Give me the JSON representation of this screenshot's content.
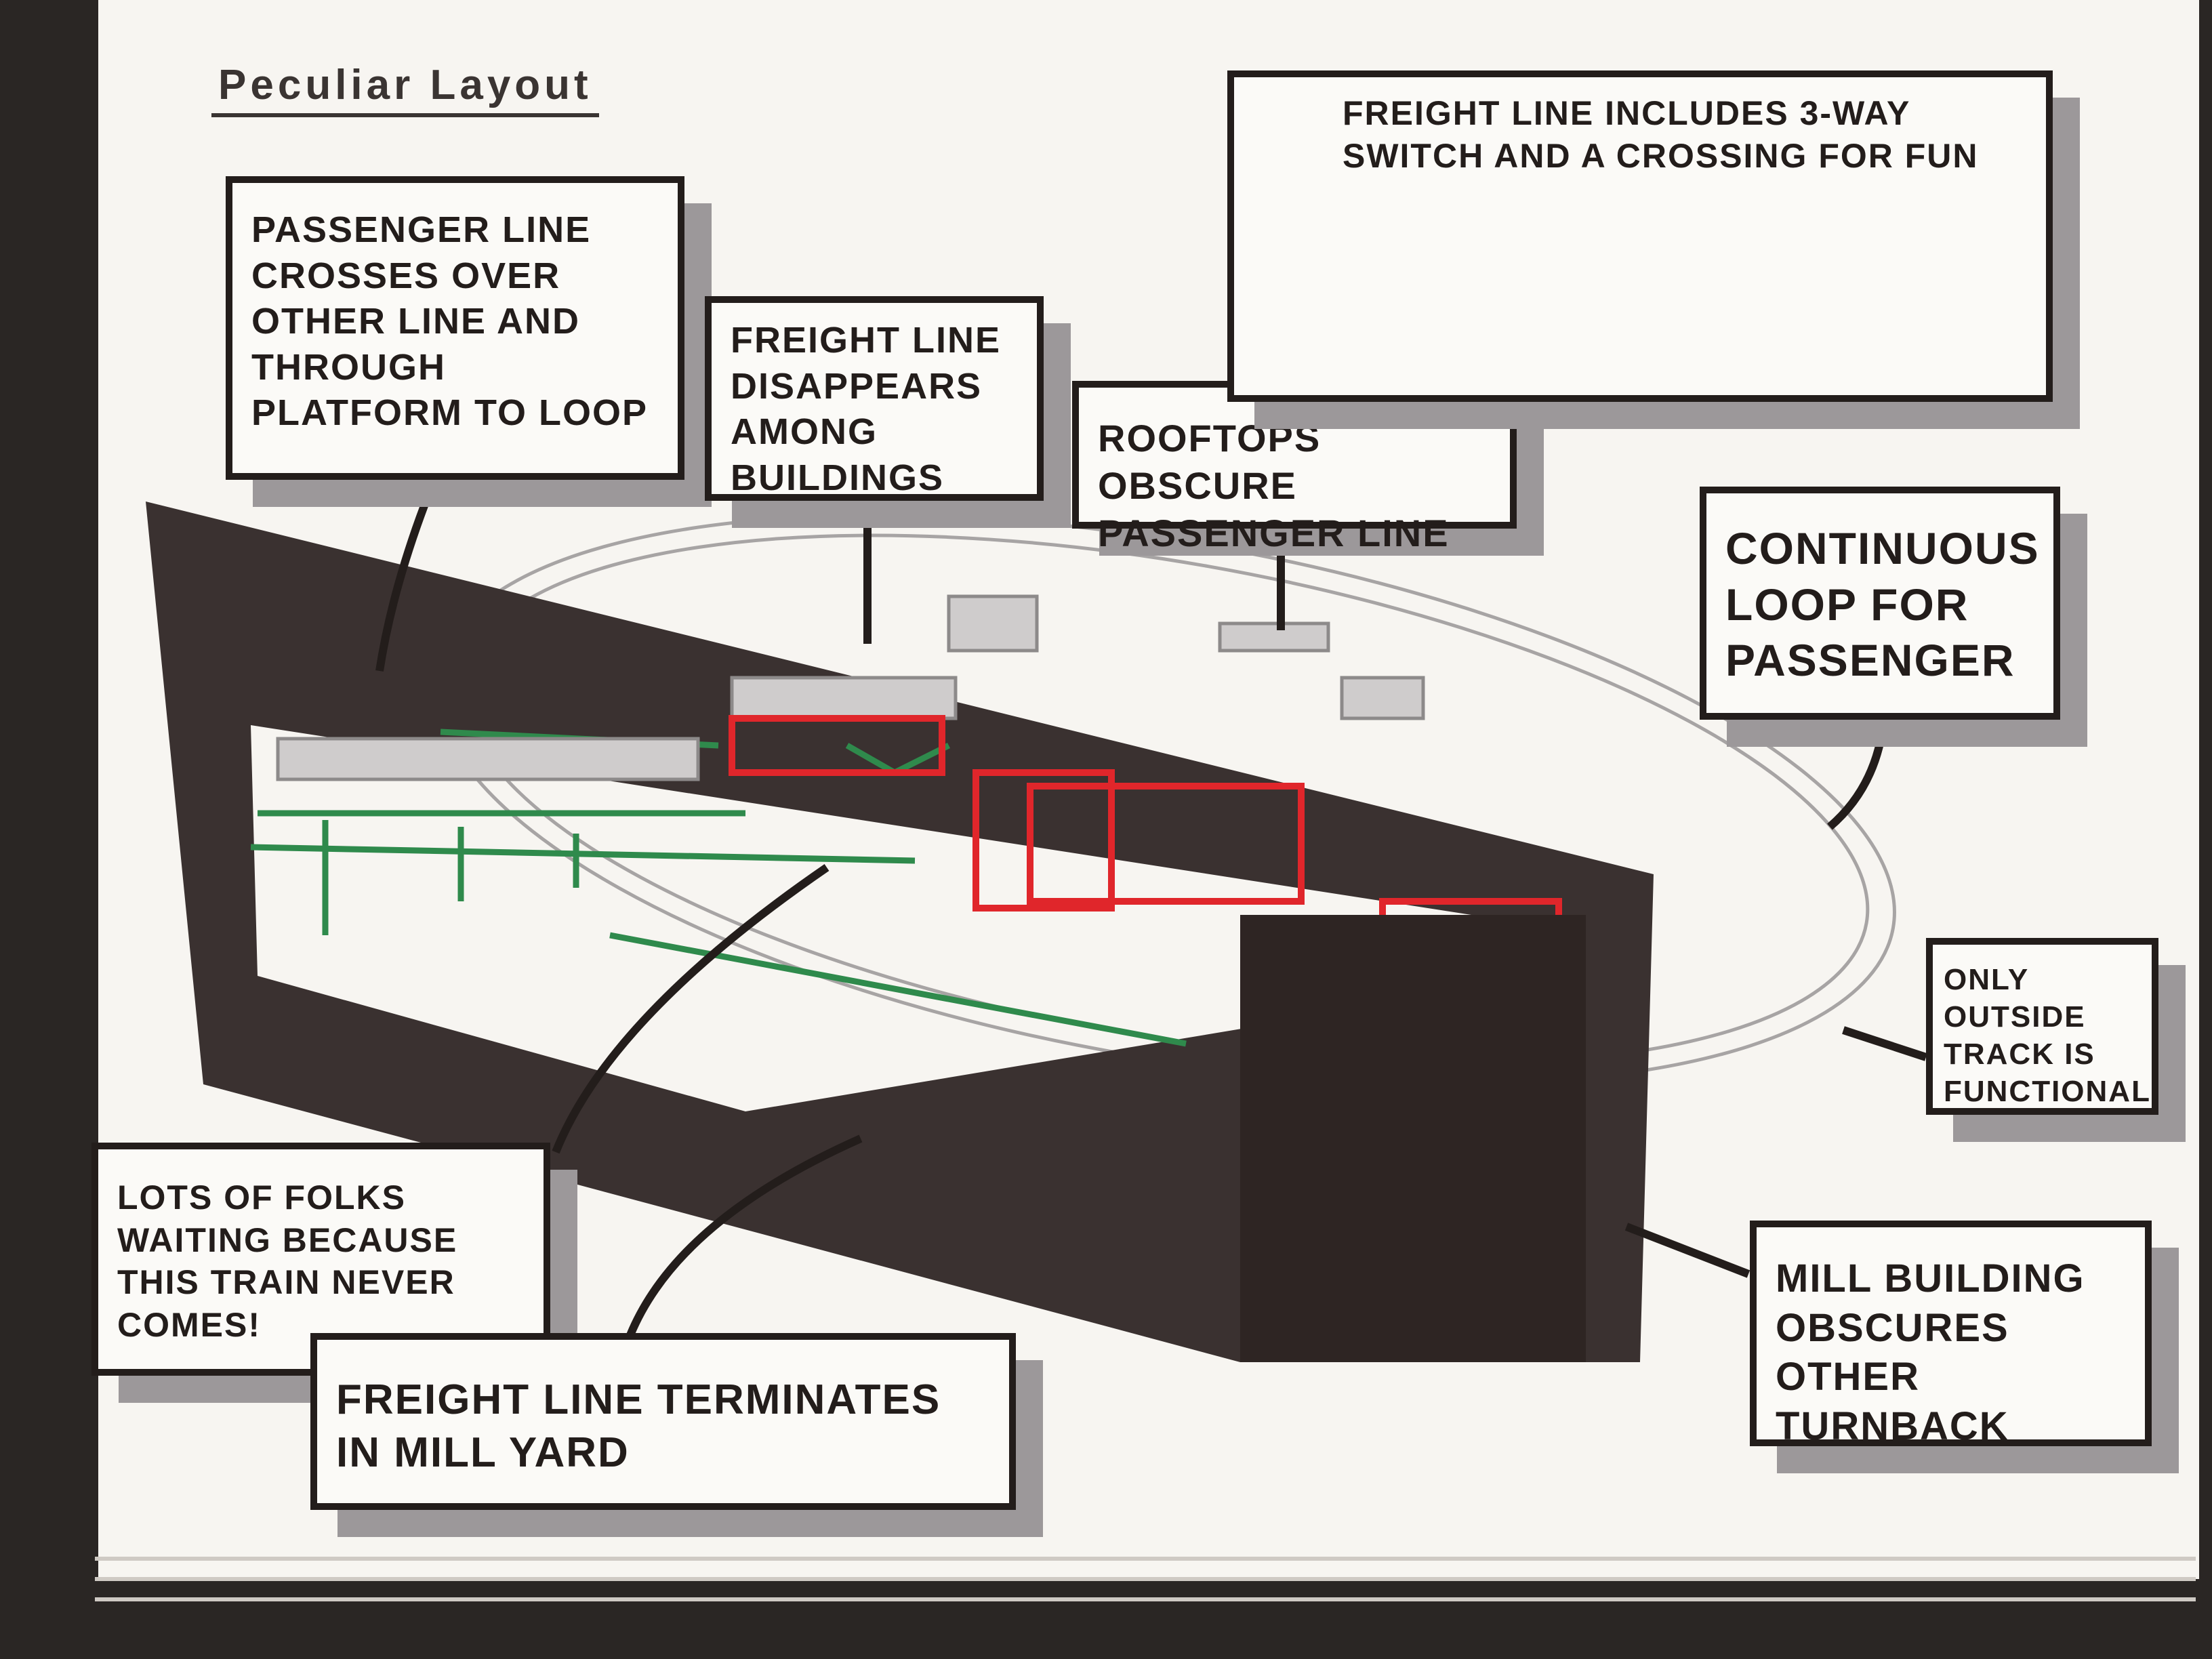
{
  "title": "Peculiar Layout",
  "annotations": {
    "passenger_crosses": "Passenger line crosses over other line and through platform to loop",
    "freight_disappears": "Freight line disappears among buildings",
    "rooftops": "Rooftops obscure passenger line",
    "freight_switch": "Freight line includes 3-way switch and a crossing for fun",
    "continuous_loop": "Continuous loop for passenger",
    "outside_track": "Only outside track is functional",
    "mill_building": "Mill building obscures other turnback",
    "lots_of_folks": "Lots of folks waiting because this train never comes!",
    "freight_terminates": "Freight line terminates in mill yard"
  },
  "colors": {
    "ink": "#231d1b",
    "grey_marker": "#9c989a",
    "red": "#e0262b",
    "green": "#2f8a4c",
    "paper": "#fbfaf7"
  }
}
